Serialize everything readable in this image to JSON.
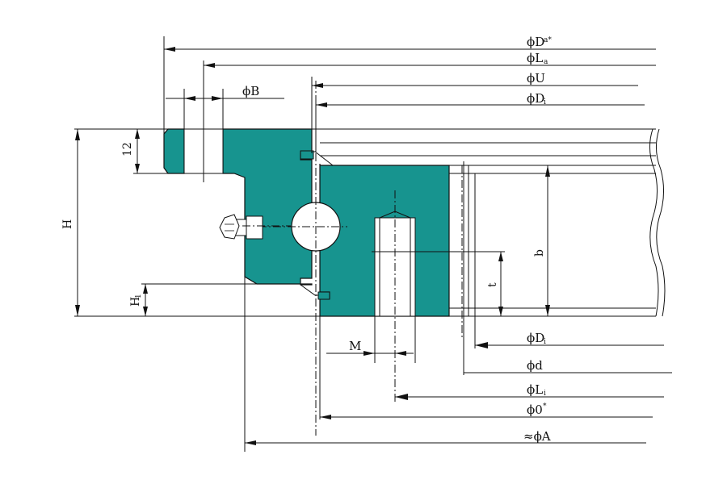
{
  "colors": {
    "ring_fill": "#17948f",
    "line": "#111111",
    "background": "#ffffff"
  },
  "labels": {
    "Da_main": "ϕD",
    "Da_sub": "a*",
    "La_main": "ϕL",
    "La_sub": "a",
    "U": "ϕU",
    "Di_top_main": "ϕD",
    "Di_top_sub": "i",
    "B": "ϕB",
    "twelve": "12",
    "H": "H",
    "H1_main": "H",
    "H1_sub": "1",
    "b": "b",
    "t": "t",
    "M": "M",
    "Di_main": "ϕD",
    "Di_sub": "i",
    "d": "ϕd",
    "Li_main": "ϕL",
    "Li_sub": "i",
    "O": "ϕ0",
    "O_sub": "*",
    "A": "≈ϕA"
  },
  "icons": [
    "bolt-icon",
    "grease-nipple-icon"
  ]
}
